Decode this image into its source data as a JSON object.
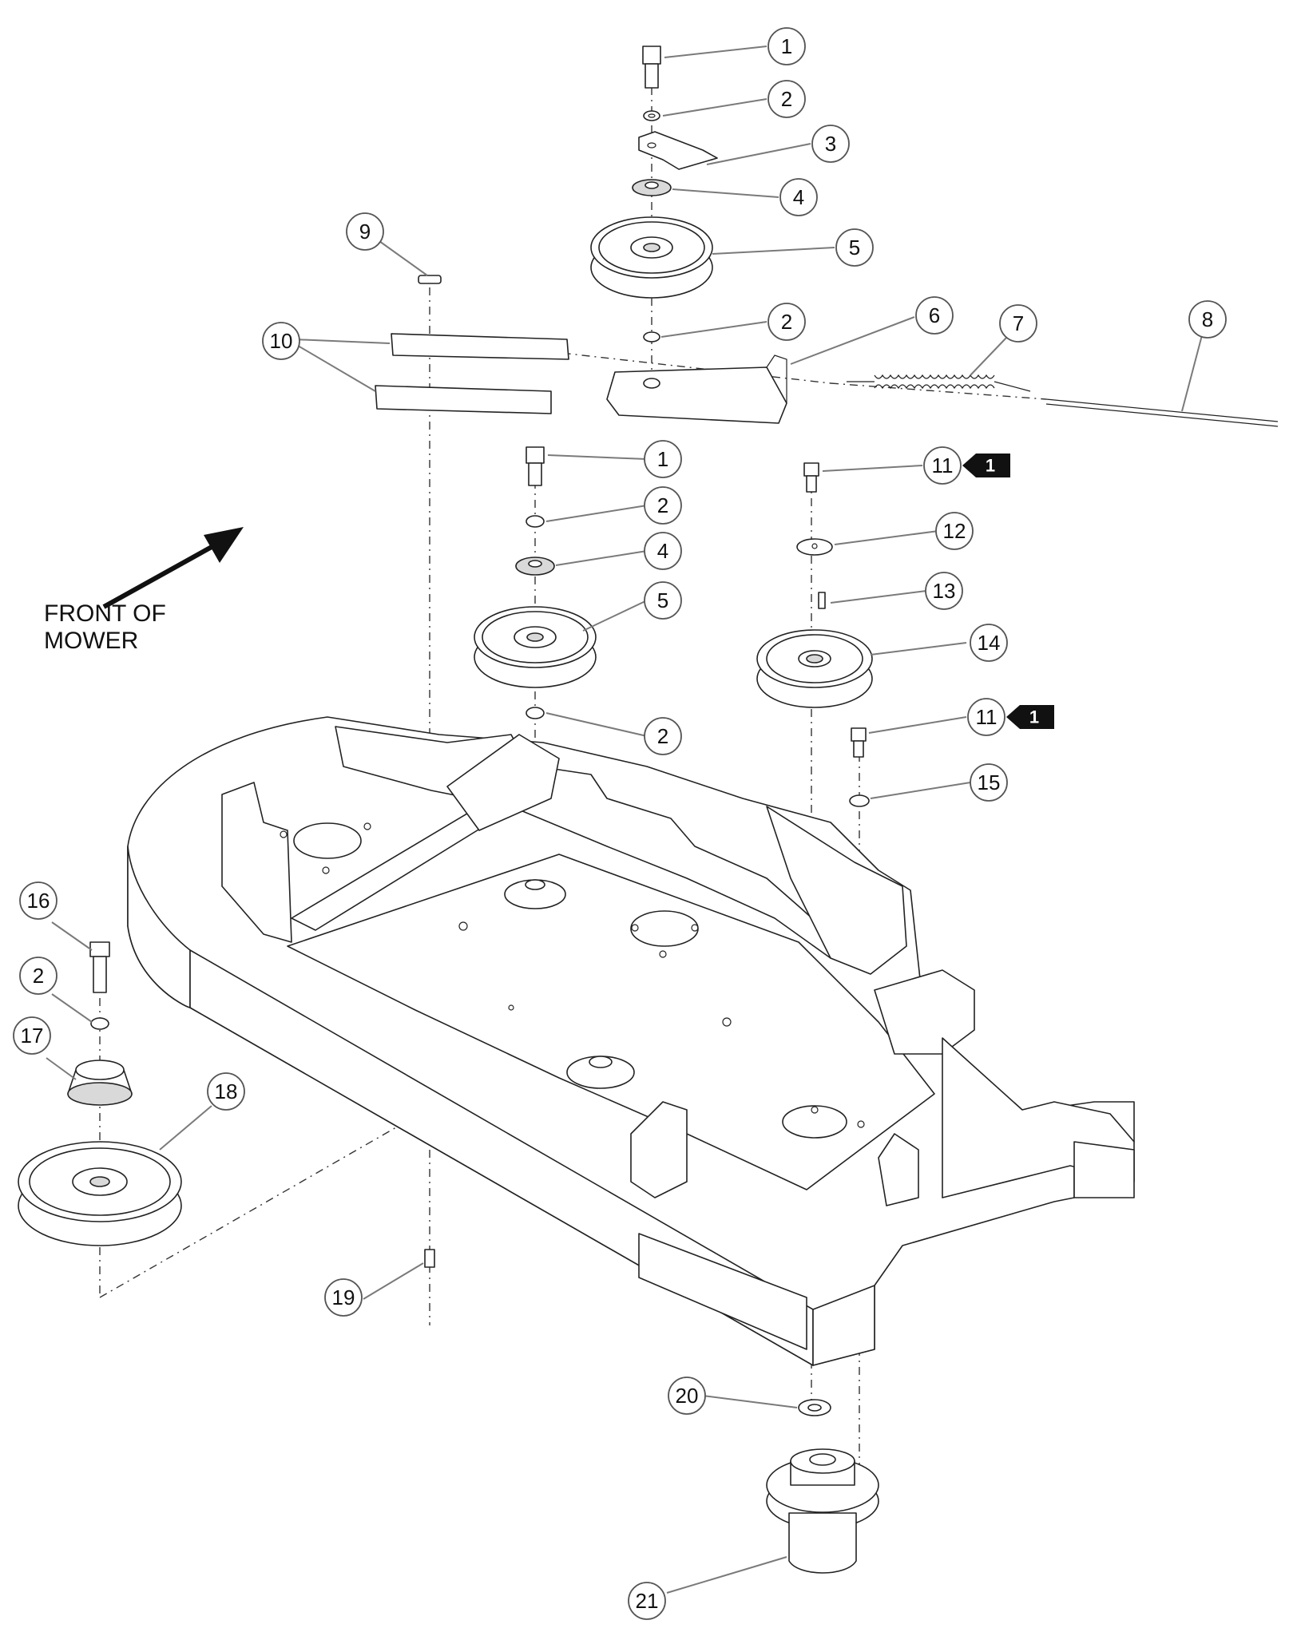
{
  "front_label": [
    "FRONT OF",
    "MOWER"
  ],
  "callouts": [
    {
      "id": "c1a",
      "label": "1"
    },
    {
      "id": "c2a",
      "label": "2"
    },
    {
      "id": "c3",
      "label": "3"
    },
    {
      "id": "c4a",
      "label": "4"
    },
    {
      "id": "c5a",
      "label": "5"
    },
    {
      "id": "c9",
      "label": "9"
    },
    {
      "id": "c2b",
      "label": "2"
    },
    {
      "id": "c6",
      "label": "6"
    },
    {
      "id": "c7",
      "label": "7"
    },
    {
      "id": "c8",
      "label": "8"
    },
    {
      "id": "c10",
      "label": "10"
    },
    {
      "id": "c1b",
      "label": "1"
    },
    {
      "id": "c11a",
      "label": "11",
      "note": "1"
    },
    {
      "id": "c2c",
      "label": "2"
    },
    {
      "id": "c12",
      "label": "12"
    },
    {
      "id": "c4b",
      "label": "4"
    },
    {
      "id": "c13",
      "label": "13"
    },
    {
      "id": "c5b",
      "label": "5"
    },
    {
      "id": "c14",
      "label": "14"
    },
    {
      "id": "c11b",
      "label": "11",
      "note": "1"
    },
    {
      "id": "c2d",
      "label": "2"
    },
    {
      "id": "c15",
      "label": "15"
    },
    {
      "id": "c16",
      "label": "16"
    },
    {
      "id": "c2e",
      "label": "2"
    },
    {
      "id": "c17",
      "label": "17"
    },
    {
      "id": "c18",
      "label": "18"
    },
    {
      "id": "c19",
      "label": "19"
    },
    {
      "id": "c20",
      "label": "20"
    },
    {
      "id": "c21",
      "label": "21"
    }
  ]
}
